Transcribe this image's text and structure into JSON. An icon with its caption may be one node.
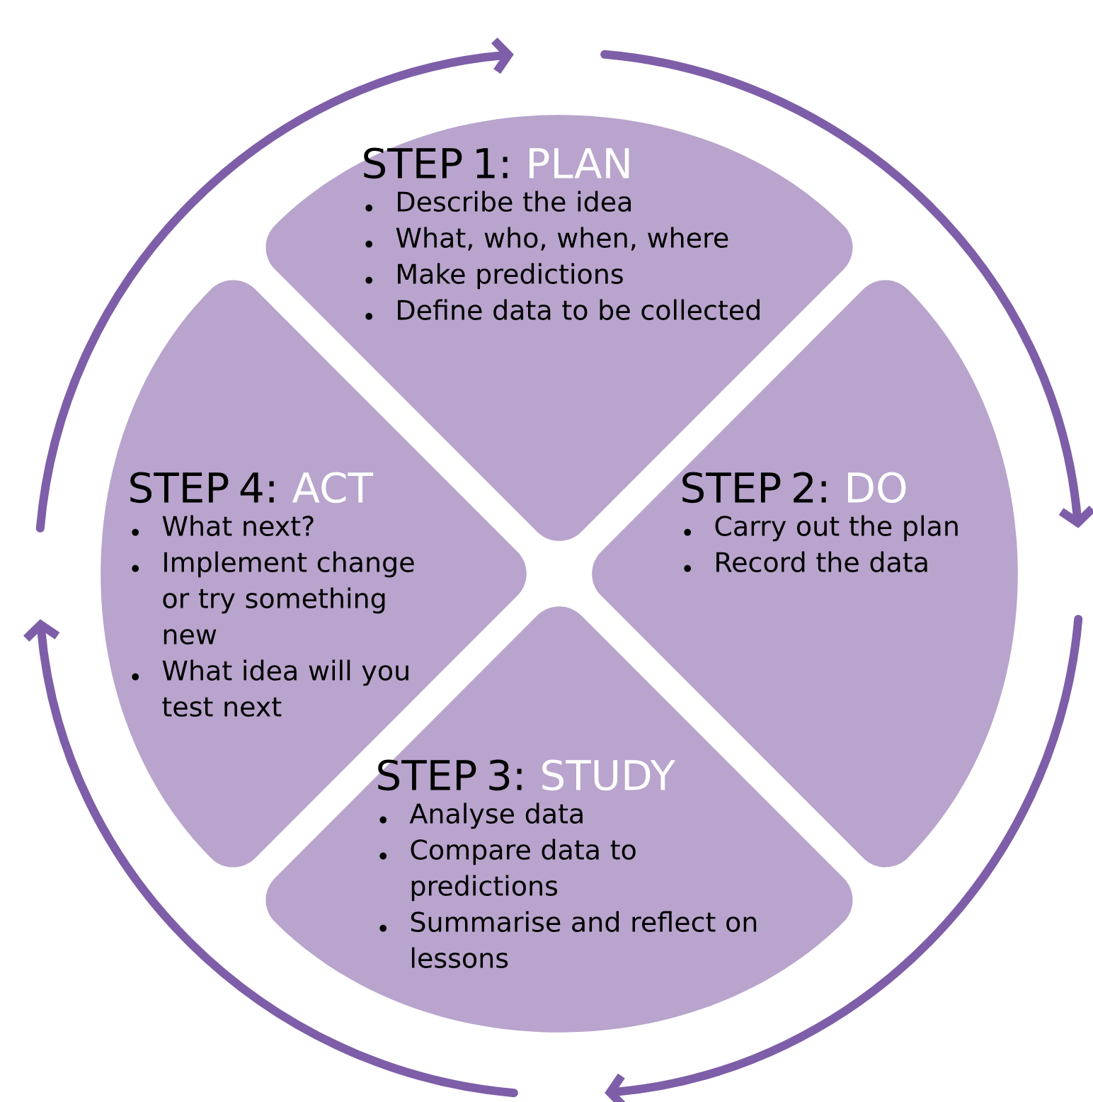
{
  "diagram": {
    "nodes": [
      {
        "text": [
          "STEP 1:",
          "PLAN",
          "Describe the idea",
          "What, who, when, where",
          "Make predictions",
          "Define data to be collected"
        ]
      },
      {
        "text": [
          "STEP 4:",
          "ACT",
          "What next?",
          "Implement change or try something new",
          "What idea will you test next"
        ]
      },
      {
        "text": [
          "STEP 2:",
          "DO",
          "Carry out the plan",
          "Record the data"
        ]
      },
      {
        "text": [
          "STEP 3:",
          "STUDY",
          "Analyse data",
          "Compare data to predictions",
          "Summarise and reflect on lessons"
        ]
      }
    ],
    "edges": [
      {
        "from": 1,
        "to": 0,
        "arrow": "to"
      },
      {
        "from": 0,
        "to": 2,
        "arrow": "to"
      },
      {
        "from": 2,
        "to": 3,
        "arrow": "to"
      },
      {
        "from": 3,
        "to": 1,
        "arrow": "to"
      }
    ]
  }
}
